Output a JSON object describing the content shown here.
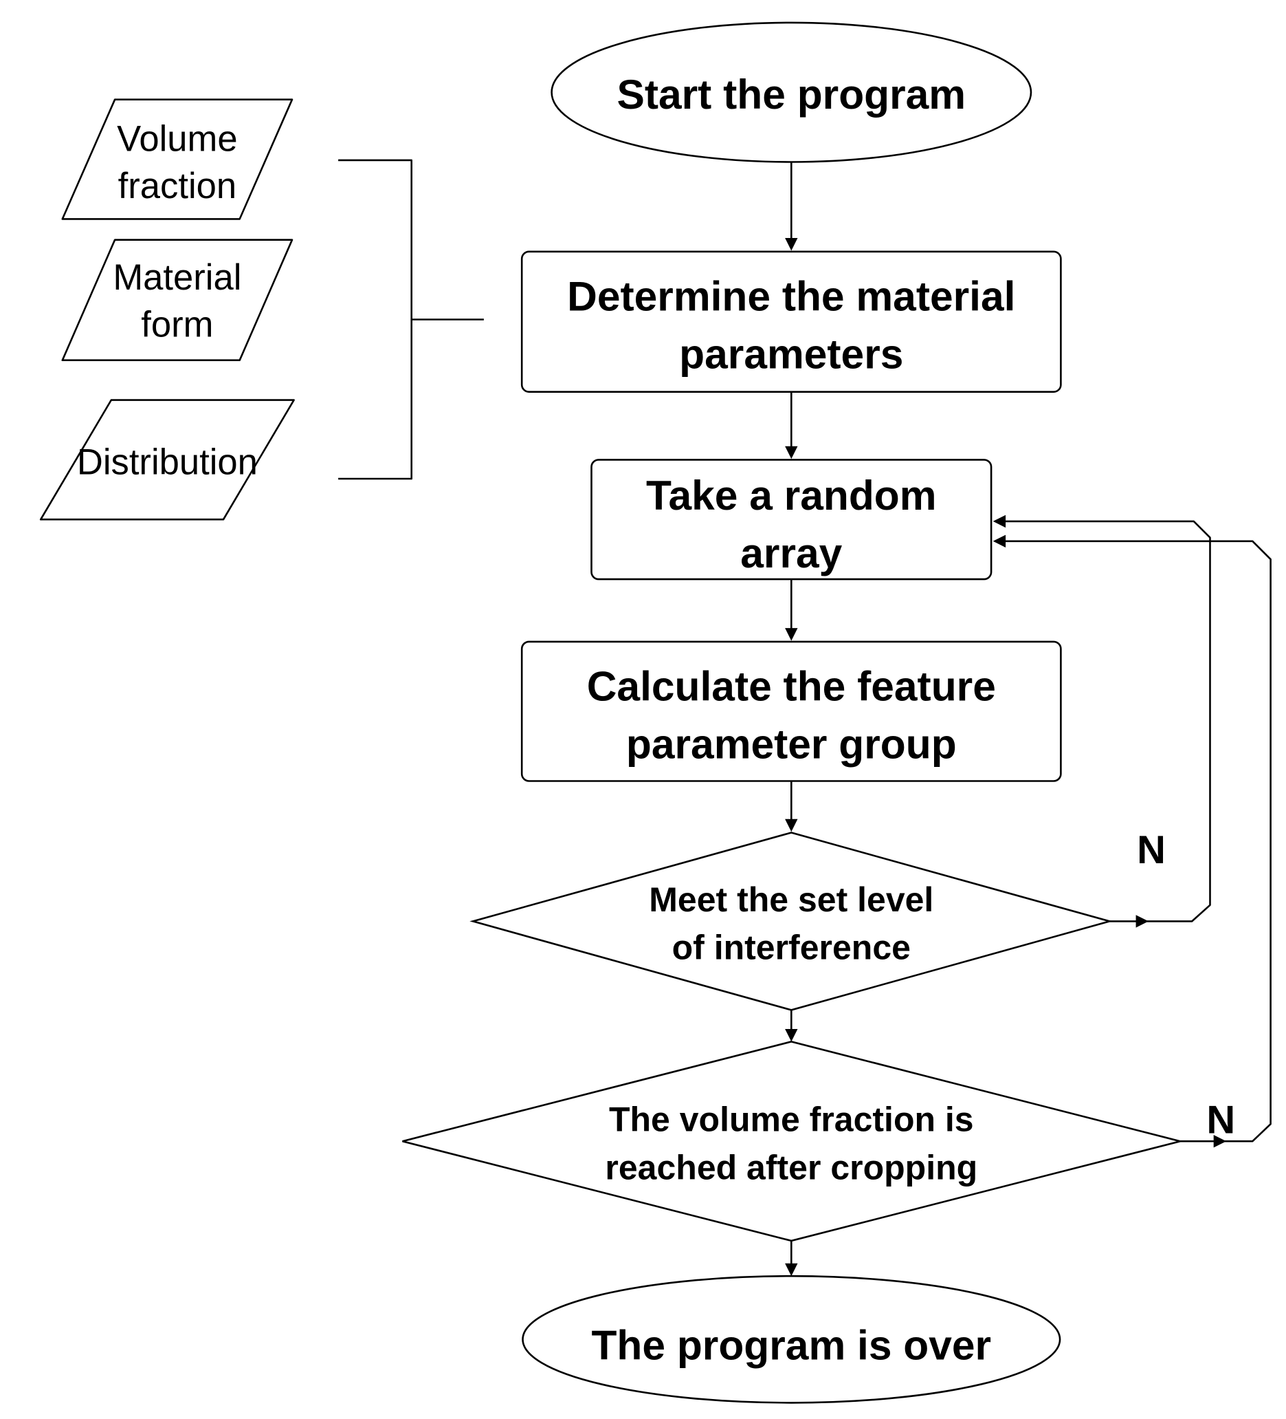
{
  "diagram": {
    "nodes": {
      "start": {
        "shape": "ellipse",
        "lines": [
          "Start the program"
        ]
      },
      "determine": {
        "shape": "rounded-rectangle",
        "lines": [
          "Determine the material",
          "parameters"
        ]
      },
      "take_array": {
        "shape": "rounded-rectangle",
        "lines": [
          "Take a random",
          "array"
        ]
      },
      "calculate": {
        "shape": "rounded-rectangle",
        "lines": [
          "Calculate the feature",
          "parameter group"
        ]
      },
      "decision_interference": {
        "shape": "diamond",
        "lines": [
          "Meet the set level",
          "of interference"
        ]
      },
      "decision_volume": {
        "shape": "diamond",
        "lines": [
          "The volume fraction is",
          "reached after cropping"
        ]
      },
      "end": {
        "shape": "ellipse",
        "lines": [
          "The program is over"
        ]
      }
    },
    "inputs": [
      {
        "shape": "parallelogram",
        "lines": [
          "Volume",
          "fraction"
        ]
      },
      {
        "shape": "parallelogram",
        "lines": [
          "Material",
          "form"
        ]
      },
      {
        "shape": "parallelogram",
        "lines": [
          "Distribution"
        ]
      }
    ],
    "edges": [
      {
        "from": "start",
        "to": "determine"
      },
      {
        "from": "determine",
        "to": "take_array"
      },
      {
        "from": "take_array",
        "to": "calculate"
      },
      {
        "from": "calculate",
        "to": "decision_interference"
      },
      {
        "from": "decision_interference",
        "to": "decision_volume"
      },
      {
        "from": "decision_interference",
        "to": "take_array",
        "label": "N"
      },
      {
        "from": "decision_volume",
        "to": "end"
      },
      {
        "from": "decision_volume",
        "to": "take_array",
        "label": "N"
      },
      {
        "from": "inputs",
        "to": "determine",
        "connector": "bracket"
      }
    ],
    "colors": {
      "stroke": "#000000",
      "fill": "#ffffff",
      "text": "#000000"
    }
  }
}
